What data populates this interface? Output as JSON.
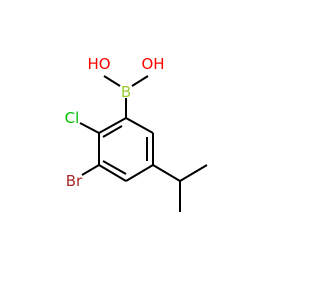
{
  "molecule": {
    "atoms": {
      "boron": {
        "label": "B",
        "color": "#9ACD32"
      },
      "oh_left": {
        "label": "HO",
        "color": "#FF0000"
      },
      "oh_right": {
        "label": "OH",
        "color": "#FF0000"
      },
      "chlorine": {
        "label": "Cl",
        "color": "#00C000"
      },
      "bromine": {
        "label": "Br",
        "color": "#A52A2A"
      }
    }
  }
}
